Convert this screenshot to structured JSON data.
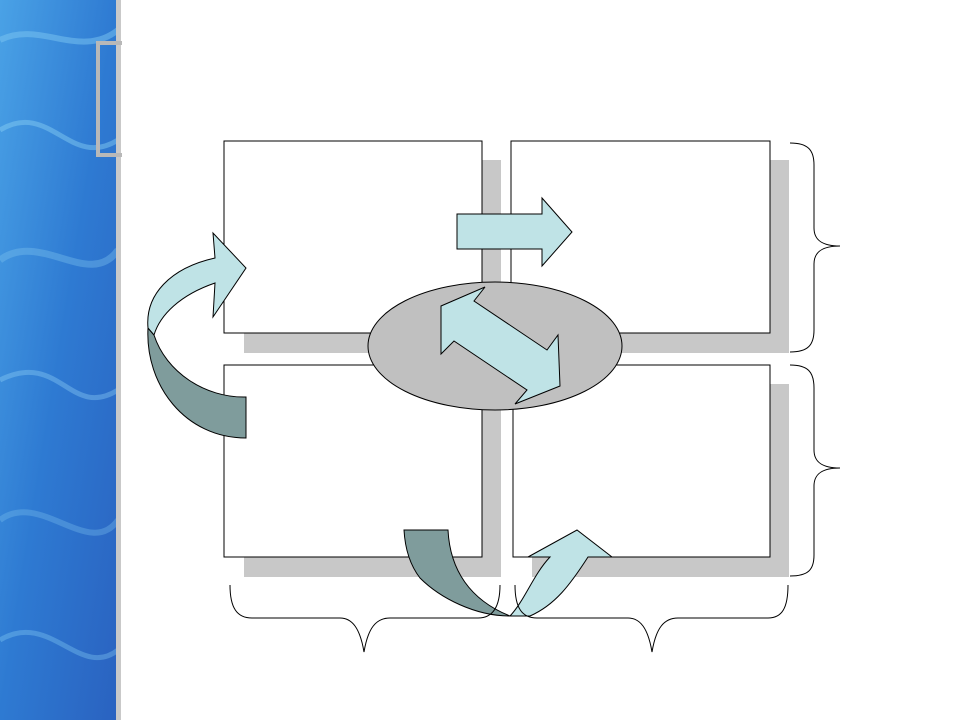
{
  "slide": {
    "title": "",
    "colors": {
      "sidebar_top": "#3a8fd8",
      "sidebar_bottom": "#2f6fc8",
      "box_stroke": "#000000",
      "box_shadow": "#c8c8c8",
      "ellipse_fill": "#c0c0c0",
      "arrow_light": "#bfe3e6",
      "arrow_dark": "#7f9c9c",
      "bracket_stroke": "#000000",
      "title_bracket": "#b8b8b8"
    }
  },
  "diagram": {
    "boxes": [
      {
        "id": "top-left",
        "label": ""
      },
      {
        "id": "top-right",
        "label": ""
      },
      {
        "id": "bottom-left",
        "label": ""
      },
      {
        "id": "bottom-right",
        "label": ""
      }
    ],
    "center_ellipse": {
      "label": ""
    },
    "right_brackets": [
      {
        "label": ""
      },
      {
        "label": ""
      }
    ],
    "bottom_brackets": [
      {
        "label": ""
      },
      {
        "label": ""
      }
    ]
  }
}
